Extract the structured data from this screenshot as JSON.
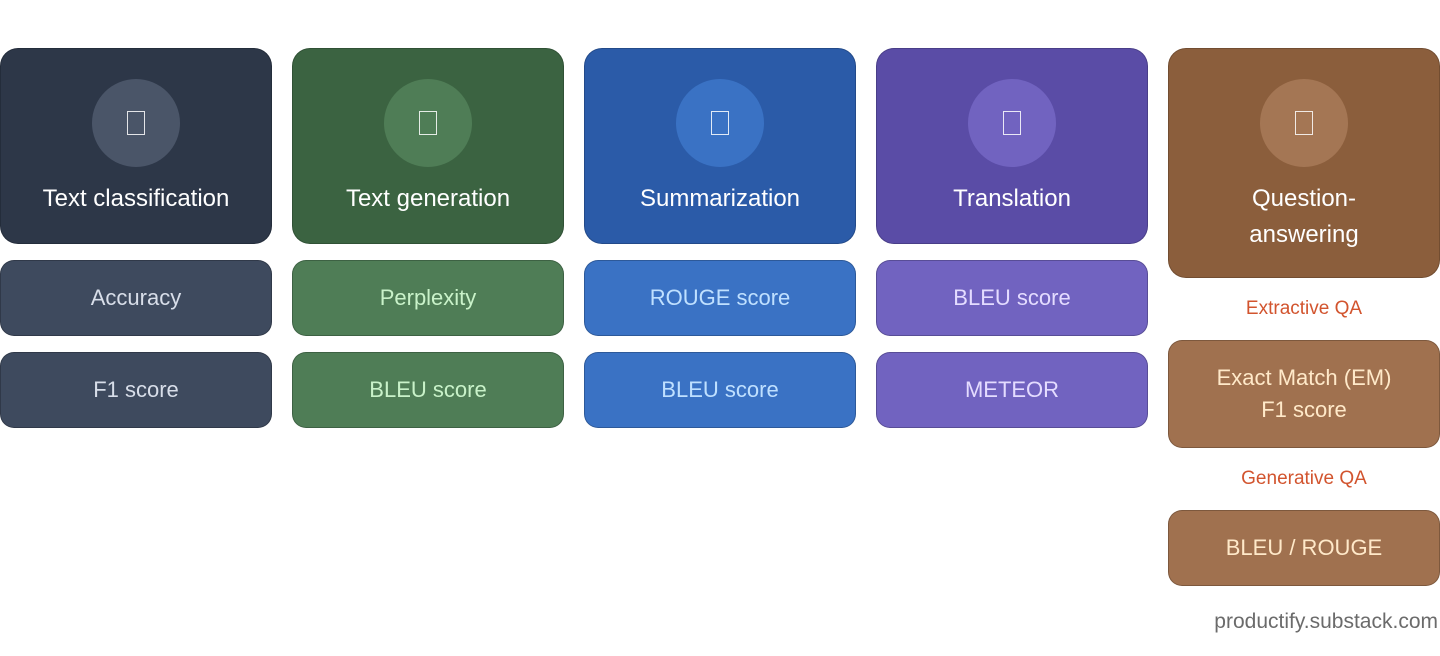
{
  "columns": [
    {
      "title": "Text classification",
      "icon": "document-icon",
      "header_color": "#2d3748",
      "circle_color": "#4a5568",
      "metric_color": "#3e4a5e",
      "metric_text_color": "#d8dee9",
      "metrics": [
        "Accuracy",
        "F1 score"
      ]
    },
    {
      "title": "Text generation",
      "icon": "document-icon",
      "header_color": "#3b6341",
      "circle_color": "#4f7d56",
      "metric_color": "#4f7d56",
      "metric_text_color": "#c9f2c9",
      "metrics": [
        "Perplexity",
        "BLEU score"
      ]
    },
    {
      "title": "Summarization",
      "icon": "document-icon",
      "header_color": "#2b5ba8",
      "circle_color": "#3a72c4",
      "metric_color": "#3a72c4",
      "metric_text_color": "#bfe0ff",
      "metrics": [
        "ROUGE score",
        "BLEU score"
      ]
    },
    {
      "title": "Translation",
      "icon": "document-icon",
      "header_color": "#5a4ca6",
      "circle_color": "#7163c0",
      "metric_color": "#7163c0",
      "metric_text_color": "#e4dcff",
      "metrics": [
        "BLEU score",
        "METEOR"
      ]
    },
    {
      "title": "Question-\nanswering",
      "icon": "document-icon",
      "header_color": "#8b5e3c",
      "circle_color": "#a47654",
      "metric_color": "#a0714f",
      "metric_text_color": "#ffe9c9",
      "sections": [
        {
          "label": "Extractive QA",
          "metric_lines": [
            "Exact Match (EM)",
            "F1 score"
          ]
        },
        {
          "label": "Generative QA",
          "metric_lines": [
            "BLEU / ROUGE"
          ]
        }
      ]
    }
  ],
  "footer": "productify.substack.com"
}
